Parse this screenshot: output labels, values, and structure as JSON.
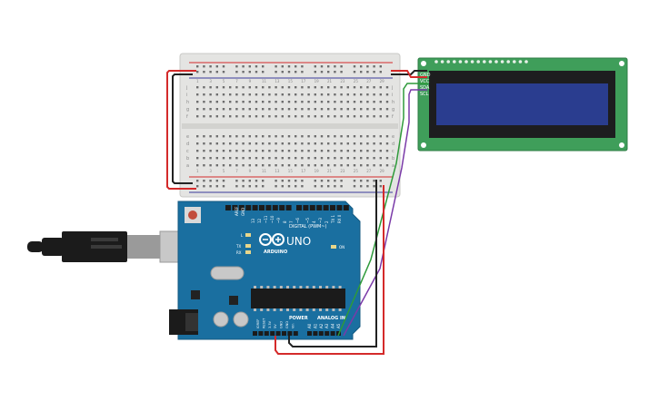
{
  "board": {
    "brand": "ARDUINO",
    "model": "UNO",
    "digital_label": "DIGITAL (PWM~)",
    "power_label": "POWER",
    "analog_label": "ANALOG IN",
    "aref": "AREF",
    "gnd": "GND",
    "tx": "TX",
    "rx": "RX",
    "l": "L",
    "on": "ON",
    "digital_pins": [
      "13",
      "12",
      "~11",
      "~10",
      "~9",
      "8",
      "7",
      "~6",
      "~5",
      "4",
      "~3",
      "2",
      "TX 1",
      "RX 0"
    ],
    "power_pins": [
      "IOREF",
      "RESET",
      "3.3V",
      "5V",
      "GND",
      "GND",
      "Vin"
    ],
    "analog_pins": [
      "A0",
      "A1",
      "A2",
      "A3",
      "A4",
      "A5"
    ]
  },
  "lcd": {
    "pins": [
      "GND",
      "VCC",
      "SDA",
      "SCL"
    ]
  },
  "breadboard": {
    "row_letters_top": [
      "j",
      "i",
      "h",
      "g",
      "f"
    ],
    "row_letters_bottom": [
      "e",
      "d",
      "c",
      "b",
      "a"
    ],
    "column_numbers": [
      "1",
      "3",
      "5",
      "7",
      "9",
      "11",
      "13",
      "15",
      "17",
      "19",
      "21",
      "23",
      "25",
      "27",
      "29"
    ]
  },
  "colors": {
    "board_blue": "#1a6fa0",
    "lcd_green": "#3f9e5a",
    "lcd_screen": "#2a3d8f",
    "wire_red": "#d42a2a",
    "wire_black": "#222222",
    "wire_green": "#2e9a3a",
    "wire_purple": "#7a3aa8"
  }
}
